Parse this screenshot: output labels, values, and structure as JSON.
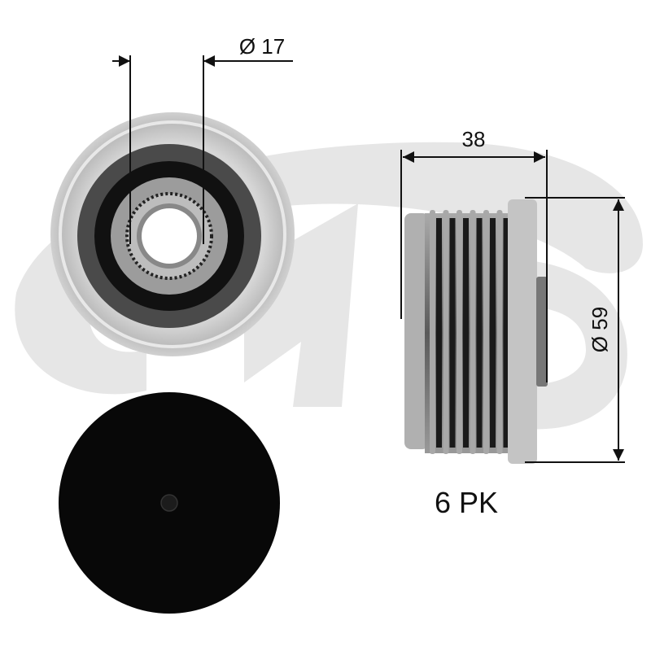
{
  "watermark": {
    "brand": "Gates",
    "color": "#e6e6e6"
  },
  "dimensions": {
    "bore_diameter": "Ø 17",
    "width": "38",
    "outer_diameter": "Ø 59",
    "profile": "6 PK"
  },
  "colors": {
    "line": "#111111",
    "pulley_light": "#c8c8c8",
    "pulley_dark": "#2a2a2a"
  }
}
